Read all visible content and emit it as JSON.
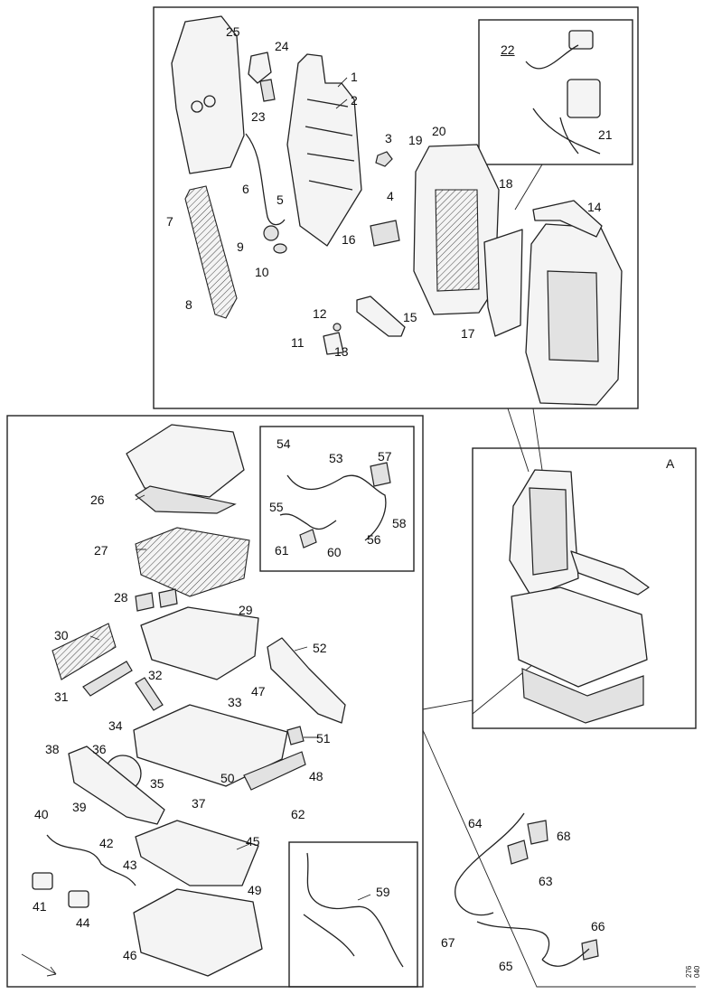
{
  "panel_label": "A",
  "drawing_ref": "276 040",
  "parts": [
    "1",
    "2",
    "3",
    "4",
    "5",
    "6",
    "7",
    "8",
    "9",
    "10",
    "11",
    "12",
    "13",
    "14",
    "15",
    "16",
    "17",
    "18",
    "19",
    "20",
    "21",
    "22",
    "23",
    "24",
    "25",
    "26",
    "27",
    "28",
    "29",
    "30",
    "31",
    "32",
    "33",
    "34",
    "35",
    "36",
    "37",
    "38",
    "39",
    "40",
    "41",
    "42",
    "43",
    "44",
    "45",
    "46",
    "47",
    "48",
    "49",
    "50",
    "51",
    "52",
    "53",
    "54",
    "55",
    "56",
    "57",
    "58",
    "59",
    "60",
    "61",
    "62",
    "63",
    "64",
    "65",
    "66",
    "67",
    "68"
  ]
}
